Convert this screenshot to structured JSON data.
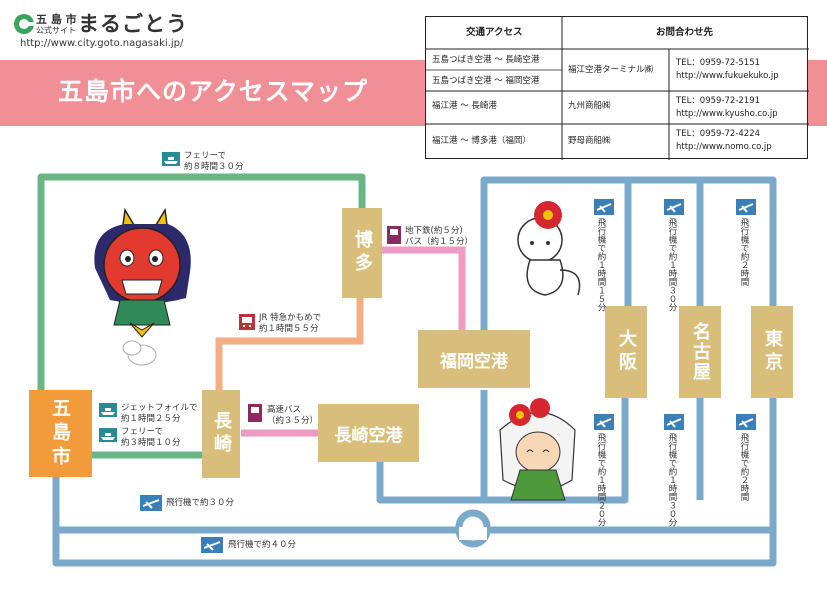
{
  "logo": {
    "city": "五 島 市",
    "sub": "公式サイト",
    "name": "まるごとう",
    "url": "http://www.city.goto.nagasaki.jp/"
  },
  "title": "五島市へのアクセスマップ",
  "info_table": {
    "header_access": "交通アクセス",
    "header_contact": "お問合わせ先",
    "rows": [
      {
        "routes": [
          "五島つばき空港 ～ 長崎空港",
          "五島つばき空港 ～ 福岡空港"
        ],
        "operator": "福江空港ターミナル㈱",
        "tel": "TEL：0959-72-5151",
        "url": "http://www.fukuekuko.jp"
      },
      {
        "routes": [
          "福江港 ～ 長崎港"
        ],
        "operator": "九州商船㈱",
        "tel": "TEL：0959-72-2191",
        "url": "http://www.kyusho.co.jp"
      },
      {
        "routes": [
          "福江港 ～ 博多港（福岡）"
        ],
        "operator": "野母商船㈱",
        "tel": "TEL：0959-72-4224",
        "url": "http://www.nomo.co.jp"
      }
    ]
  },
  "stations": {
    "goto": "五島市",
    "nagasaki": "長崎",
    "hakata": "博多",
    "nagasaki_airport": "長崎空港",
    "fukuoka_airport": "福岡空港",
    "osaka": "大阪",
    "nagoya": "名古屋",
    "tokyo": "東京"
  },
  "labels": {
    "ferry_hakata": [
      "フェリーで",
      "約８時間３０分"
    ],
    "jetfoil": "ジェットフォイルで",
    "jetfoil_time": "約１時間２５分",
    "ferry_nagasaki": "フェリーで",
    "ferry_nagasaki_time": "約３時間１０分",
    "jr": "JR 特急かもめで",
    "jr_time": "約１時間５５分",
    "bus": "高速バス",
    "bus_time": "（約３５分）",
    "subway": "地下鉄(約５分)",
    "subway_bus": "バス（約１５分）",
    "air_nagasaki": "飛行機で約３０分",
    "air_fukuoka": "飛行機で約４０分",
    "air_osaka_fuk": "飛行機で約１時間１５分",
    "air_nagoya_fuk": "飛行機で約１時間３０分",
    "air_tokyo_fuk": "飛行機で約２時間",
    "air_osaka_ngs": "飛行機で約１時間２０分",
    "air_nagoya_ngs": "飛行機で約１時間３０分",
    "air_tokyo_ngs": "飛行機で約２時間"
  },
  "colors": {
    "sea": "#6ab584",
    "rail": "#f3ae84",
    "bus": "#ef9ac0",
    "air": "#7aa9c9",
    "station": "#d9bd7b",
    "goto": "#f29b3a",
    "banner": "#f18f97"
  }
}
